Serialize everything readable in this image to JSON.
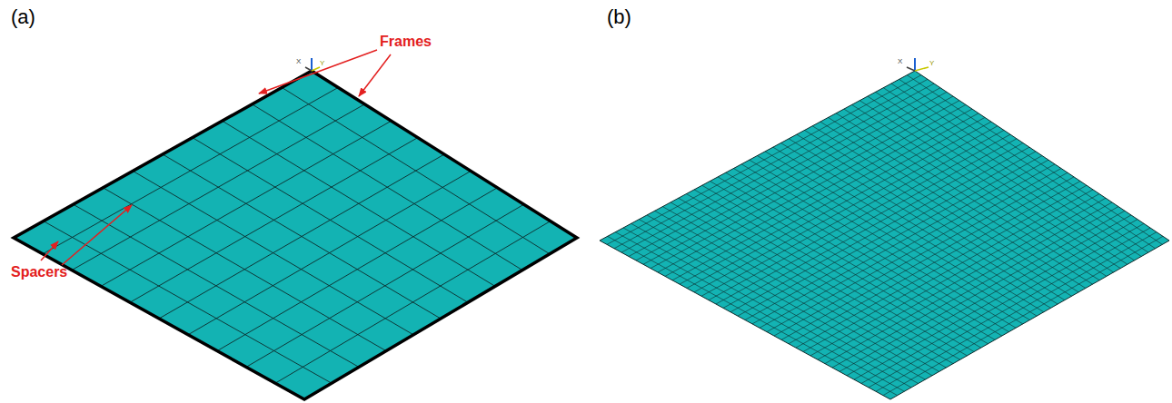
{
  "diagram": {
    "labels": [
      "(a)",
      "Frames",
      "Spacers",
      "(b)",
      "X",
      "Y",
      "X",
      "Y"
    ]
  }
}
